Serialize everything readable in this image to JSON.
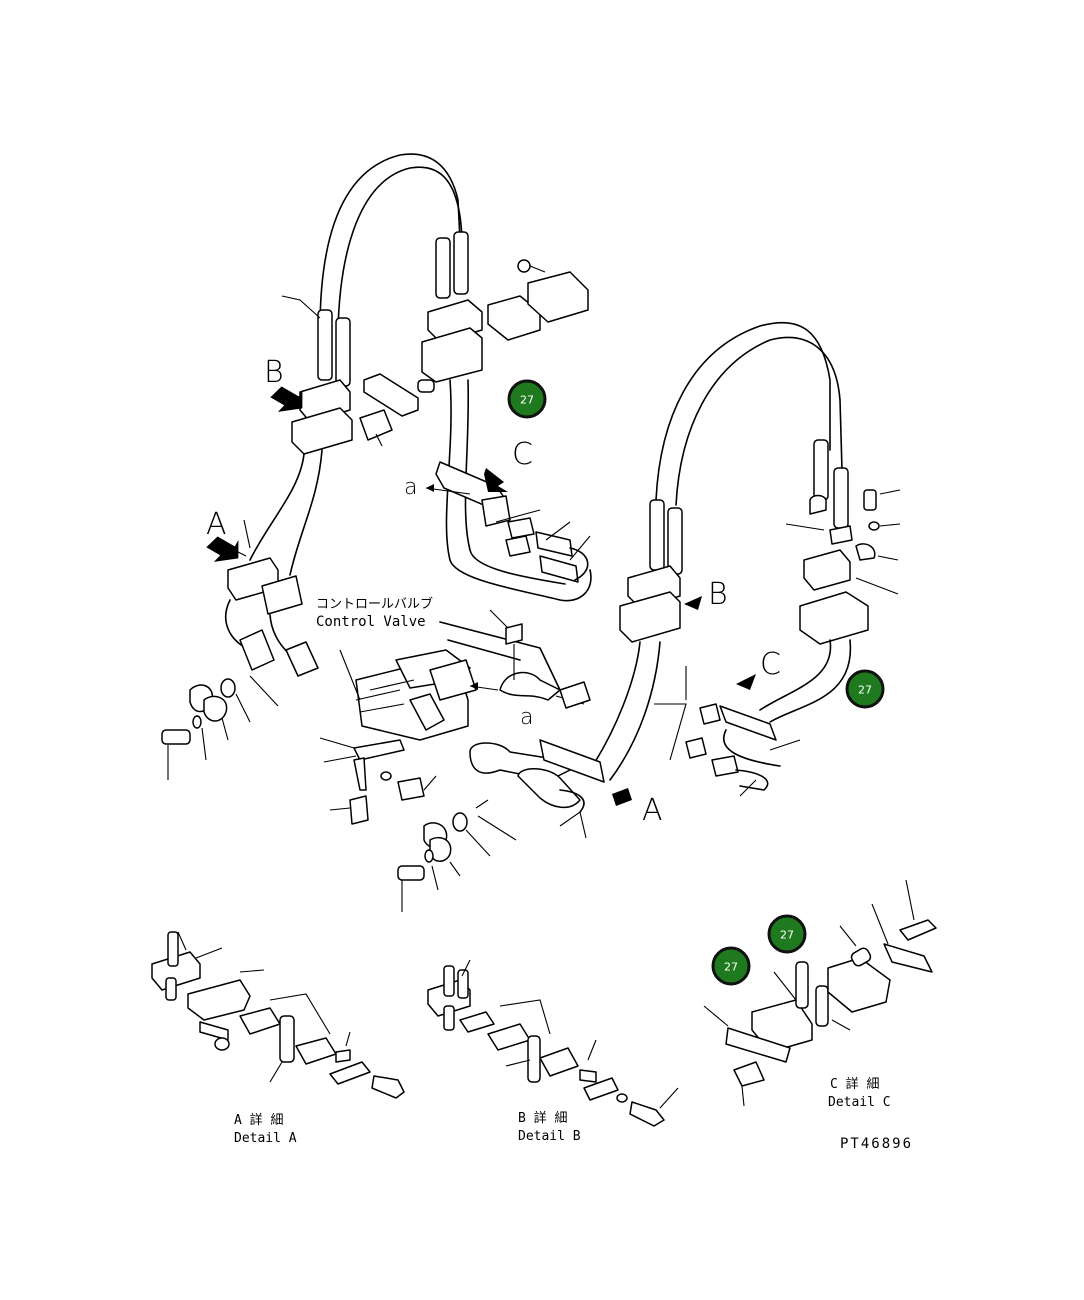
{
  "colors": {
    "callout_fill": "#1f7a1f",
    "line": "#000000",
    "background": "#ffffff"
  },
  "labels": {
    "view_a": "A",
    "view_b": "B",
    "view_c": "C",
    "connection_a": "a",
    "control_valve_jp": "コントロールバルブ",
    "control_valve_en": "Control Valve"
  },
  "details": {
    "a_jp": "A 詳 細",
    "a_en": "Detail A",
    "b_jp": "B 詳 細",
    "b_en": "Detail B",
    "c_jp": "C 詳 細",
    "c_en": "Detail C"
  },
  "callouts": [
    "27",
    "27",
    "27",
    "27"
  ],
  "drawing_number": "PT46896"
}
